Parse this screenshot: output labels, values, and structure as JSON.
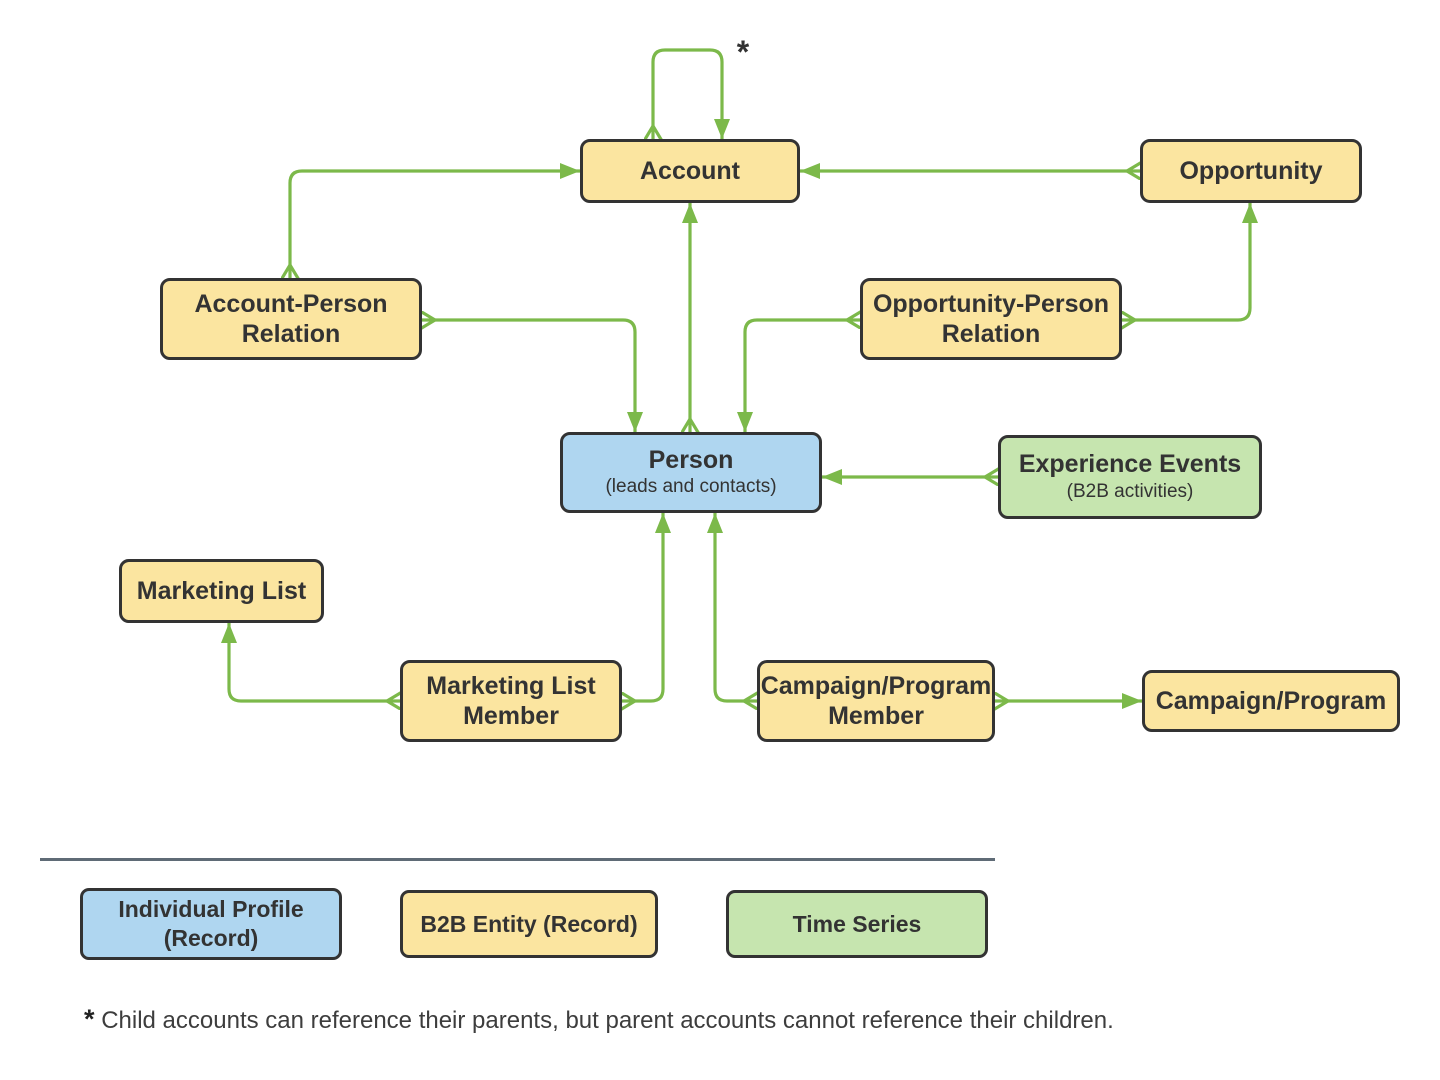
{
  "diagram": {
    "nodes": {
      "account": {
        "label": "Account",
        "category": "b2b-entity"
      },
      "opportunity": {
        "label": "Opportunity",
        "category": "b2b-entity"
      },
      "account_person_relation": {
        "label": "Account-Person Relation",
        "category": "b2b-entity"
      },
      "opportunity_person_relation": {
        "label": "Opportunity-Person Relation",
        "category": "b2b-entity"
      },
      "person": {
        "label": "Person",
        "sublabel": "(leads and contacts)",
        "category": "individual-profile"
      },
      "experience_events": {
        "label": "Experience Events",
        "sublabel": "(B2B activities)",
        "category": "time-series"
      },
      "marketing_list": {
        "label": "Marketing List",
        "category": "b2b-entity"
      },
      "marketing_list_member": {
        "label": "Marketing List Member",
        "category": "b2b-entity"
      },
      "campaign_program_member": {
        "label": "Campaign/Program Member",
        "category": "b2b-entity"
      },
      "campaign_program": {
        "label": "Campaign/Program",
        "category": "b2b-entity"
      }
    },
    "edges": [
      {
        "from": "account",
        "to": "account",
        "note": "*"
      },
      {
        "from": "account_person_relation",
        "to": "account"
      },
      {
        "from": "account_person_relation",
        "to": "person"
      },
      {
        "from": "person",
        "to": "account"
      },
      {
        "from": "opportunity_person_relation",
        "to": "person"
      },
      {
        "from": "opportunity_person_relation",
        "to": "opportunity"
      },
      {
        "from": "opportunity",
        "to": "account"
      },
      {
        "from": "experience_events",
        "to": "person"
      },
      {
        "from": "marketing_list_member",
        "to": "marketing_list"
      },
      {
        "from": "marketing_list_member",
        "to": "person"
      },
      {
        "from": "campaign_program_member",
        "to": "person"
      },
      {
        "from": "campaign_program_member",
        "to": "campaign_program"
      }
    ],
    "loop_note_marker": "*"
  },
  "legend": {
    "items": [
      {
        "label": "Individual Profile (Record)",
        "type": "individual-profile",
        "color": "#AFD6F0"
      },
      {
        "label": "B2B Entity (Record)",
        "type": "b2b-entity",
        "color": "#FBE5A0"
      },
      {
        "label": "Time Series",
        "type": "time-series",
        "color": "#C6E5AF"
      }
    ]
  },
  "footnote": {
    "marker": "*",
    "text": "Child accounts can reference their parents, but parent accounts cannot reference their children."
  },
  "colors": {
    "individual_profile_fill": "#AFD6F0",
    "b2b_entity_fill": "#FBE5A0",
    "time_series_fill": "#C6E5AF",
    "node_border": "#333333",
    "connector": "#7CB94A",
    "divider": "#5F6B76",
    "text": "#333333"
  }
}
